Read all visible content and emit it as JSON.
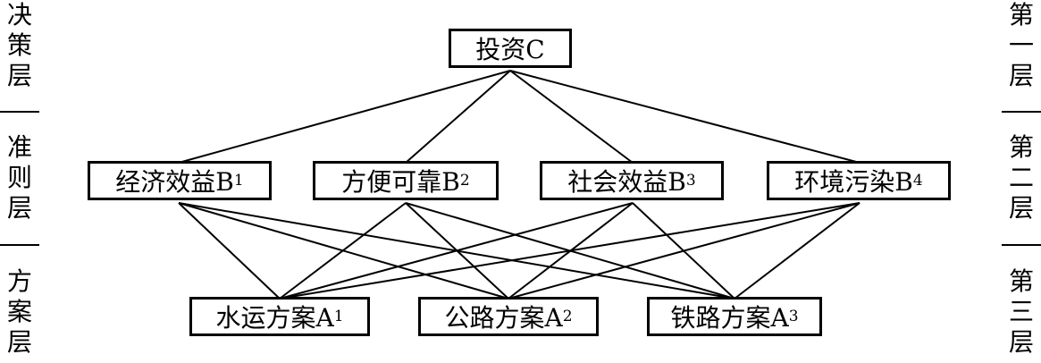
{
  "left_layers": [
    "决策层",
    "准则层",
    "方案层"
  ],
  "right_layers": [
    "第一层",
    "第二层",
    "第三层"
  ],
  "goal": {
    "label": "投资C"
  },
  "criteria": [
    {
      "label": "经济效益B",
      "sub": "1"
    },
    {
      "label": "方便可靠B",
      "sub": "2"
    },
    {
      "label": "社会效益B",
      "sub": "3"
    },
    {
      "label": "环境污染B",
      "sub": "4"
    }
  ],
  "alternatives": [
    {
      "label": "水运方案A",
      "sub": "1"
    },
    {
      "label": "公路方案A",
      "sub": "2"
    },
    {
      "label": "铁路方案A",
      "sub": "3"
    }
  ]
}
